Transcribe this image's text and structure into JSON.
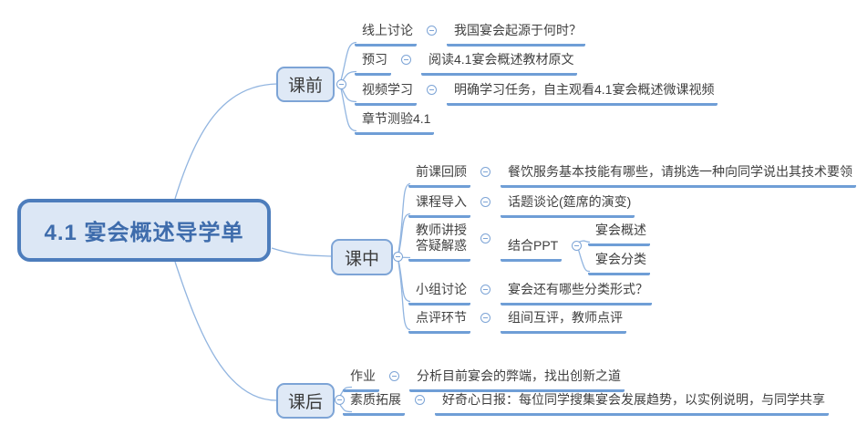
{
  "root": {
    "label": "4.1 宴会概述导学单"
  },
  "branches": {
    "pre": {
      "label": "课前",
      "children": [
        {
          "label": "线上讨论",
          "detail": "我国宴会起源于何时？"
        },
        {
          "label": "预习",
          "detail": "阅读4.1宴会概述教材原文"
        },
        {
          "label": "视频学习",
          "detail": "明确学习任务，自主观看4.1宴会概述微课视频"
        },
        {
          "label": "章节测验4.1"
        }
      ]
    },
    "mid": {
      "label": "课中",
      "children": [
        {
          "label": "前课回顾",
          "detail": "餐饮服务基本技能有哪些，请挑选一种向同学说出其技术要领"
        },
        {
          "label": "课程导入",
          "detail": "话题谈论(筵席的演变)"
        },
        {
          "label": "教师讲授\n答疑解惑",
          "detail": "结合PPT",
          "sub": [
            "宴会概述",
            "宴会分类"
          ]
        },
        {
          "label": "小组讨论",
          "detail": "宴会还有哪些分类形式？"
        },
        {
          "label": "点评环节",
          "detail": "组间互评，教师点评"
        }
      ]
    },
    "post": {
      "label": "课后",
      "children": [
        {
          "label": "作业",
          "detail": "分析目前宴会的弊端，找出创新之道"
        },
        {
          "label": "素质拓展",
          "detail": "好奇心日报：每位同学搜集宴会发展趋势，以实例说明，与同学共享"
        }
      ]
    }
  },
  "icons": {
    "collapse": "minus-circle"
  },
  "colors": {
    "root_border": "#4d7dbc",
    "root_fill": "#dce7f5",
    "root_text": "#3e6cac",
    "node_border": "#7da4d6",
    "node_fill": "#dfe9f6",
    "underline": "#6f9ed6",
    "connector": "#92b5e0",
    "text": "#3f3f3f"
  }
}
